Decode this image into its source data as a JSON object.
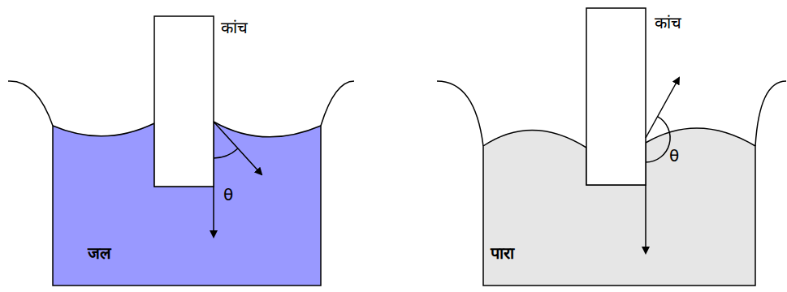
{
  "diagram": {
    "labels": [
      "कांच",
      "कांच",
      "θ",
      "θ",
      "जल",
      "पारा"
    ]
  }
}
